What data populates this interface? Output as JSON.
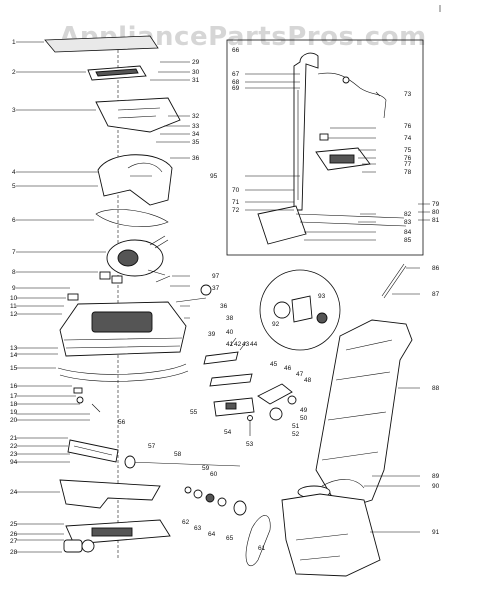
{
  "watermark": "AppliancePartsPros.com",
  "callouts": {
    "left": [
      {
        "id": "c1",
        "label": "1"
      },
      {
        "id": "c2",
        "label": "2"
      },
      {
        "id": "c3",
        "label": "3"
      },
      {
        "id": "c4",
        "label": "4"
      },
      {
        "id": "c5",
        "label": "5"
      },
      {
        "id": "c6",
        "label": "6"
      },
      {
        "id": "c7",
        "label": "7"
      },
      {
        "id": "c8",
        "label": "8"
      },
      {
        "id": "c9",
        "label": "9"
      },
      {
        "id": "c10",
        "label": "10"
      },
      {
        "id": "c11",
        "label": "11"
      },
      {
        "id": "c12",
        "label": "12"
      },
      {
        "id": "c13",
        "label": "13"
      },
      {
        "id": "c14",
        "label": "14"
      },
      {
        "id": "c15",
        "label": "15"
      },
      {
        "id": "c16",
        "label": "16"
      },
      {
        "id": "c17",
        "label": "17"
      },
      {
        "id": "c18",
        "label": "18"
      },
      {
        "id": "c19",
        "label": "19"
      },
      {
        "id": "c20",
        "label": "20"
      },
      {
        "id": "c21",
        "label": "21"
      },
      {
        "id": "c22",
        "label": "22"
      },
      {
        "id": "c23",
        "label": "23"
      },
      {
        "id": "c94",
        "label": "94"
      },
      {
        "id": "c24",
        "label": "24"
      },
      {
        "id": "c25",
        "label": "25"
      },
      {
        "id": "c26",
        "label": "26"
      },
      {
        "id": "c27",
        "label": "27"
      },
      {
        "id": "c28",
        "label": "28"
      }
    ],
    "center": [
      {
        "id": "c29",
        "label": "29"
      },
      {
        "id": "c30",
        "label": "30"
      },
      {
        "id": "c31",
        "label": "31"
      },
      {
        "id": "c32",
        "label": "32"
      },
      {
        "id": "c33",
        "label": "33"
      },
      {
        "id": "c34",
        "label": "34"
      },
      {
        "id": "c35",
        "label": "35"
      },
      {
        "id": "c36",
        "label": "36"
      },
      {
        "id": "c97",
        "label": "97"
      },
      {
        "id": "c37",
        "label": "37"
      },
      {
        "id": "c36b",
        "label": "36"
      },
      {
        "id": "c38",
        "label": "38"
      },
      {
        "id": "c39",
        "label": "39"
      },
      {
        "id": "c40",
        "label": "40"
      },
      {
        "id": "c41",
        "label": "41"
      },
      {
        "id": "c42",
        "label": "42"
      },
      {
        "id": "c43",
        "label": "43"
      },
      {
        "id": "c44",
        "label": "44"
      },
      {
        "id": "c45",
        "label": "45"
      },
      {
        "id": "c46",
        "label": "46"
      },
      {
        "id": "c47",
        "label": "47"
      },
      {
        "id": "c48",
        "label": "48"
      },
      {
        "id": "c49",
        "label": "49"
      },
      {
        "id": "c50",
        "label": "50"
      },
      {
        "id": "c51",
        "label": "51"
      },
      {
        "id": "c52",
        "label": "52"
      },
      {
        "id": "c53",
        "label": "53"
      },
      {
        "id": "c54",
        "label": "54"
      },
      {
        "id": "c55",
        "label": "55"
      },
      {
        "id": "c56",
        "label": "56"
      },
      {
        "id": "c57",
        "label": "57"
      },
      {
        "id": "c58",
        "label": "58"
      },
      {
        "id": "c59",
        "label": "59"
      },
      {
        "id": "c60",
        "label": "60"
      },
      {
        "id": "c61",
        "label": "61"
      },
      {
        "id": "c62",
        "label": "62"
      },
      {
        "id": "c63",
        "label": "63"
      },
      {
        "id": "c64",
        "label": "64"
      },
      {
        "id": "c65",
        "label": "65"
      },
      {
        "id": "c92",
        "label": "92"
      },
      {
        "id": "c93",
        "label": "93"
      },
      {
        "id": "c95",
        "label": "95"
      }
    ],
    "handle_box": [
      {
        "id": "c66",
        "label": "66"
      },
      {
        "id": "c67",
        "label": "67"
      },
      {
        "id": "c68",
        "label": "68"
      },
      {
        "id": "c69",
        "label": "69"
      },
      {
        "id": "c70",
        "label": "70"
      },
      {
        "id": "c71",
        "label": "71"
      },
      {
        "id": "c72",
        "label": "72"
      },
      {
        "id": "c73",
        "label": "73"
      },
      {
        "id": "c74",
        "label": "74"
      },
      {
        "id": "c75",
        "label": "75"
      },
      {
        "id": "c76",
        "label": "76"
      },
      {
        "id": "c76b",
        "label": "76"
      },
      {
        "id": "c77",
        "label": "77"
      },
      {
        "id": "c78",
        "label": "78"
      },
      {
        "id": "c79",
        "label": "79"
      },
      {
        "id": "c80",
        "label": "80"
      },
      {
        "id": "c81",
        "label": "81"
      },
      {
        "id": "c82",
        "label": "82"
      },
      {
        "id": "c83",
        "label": "83"
      },
      {
        "id": "c84",
        "label": "84"
      },
      {
        "id": "c85",
        "label": "85"
      }
    ],
    "bag": [
      {
        "id": "c86",
        "label": "86"
      },
      {
        "id": "c87",
        "label": "87"
      },
      {
        "id": "c88",
        "label": "88"
      },
      {
        "id": "c89",
        "label": "89"
      },
      {
        "id": "c90",
        "label": "90"
      },
      {
        "id": "c91",
        "label": "91"
      }
    ]
  }
}
